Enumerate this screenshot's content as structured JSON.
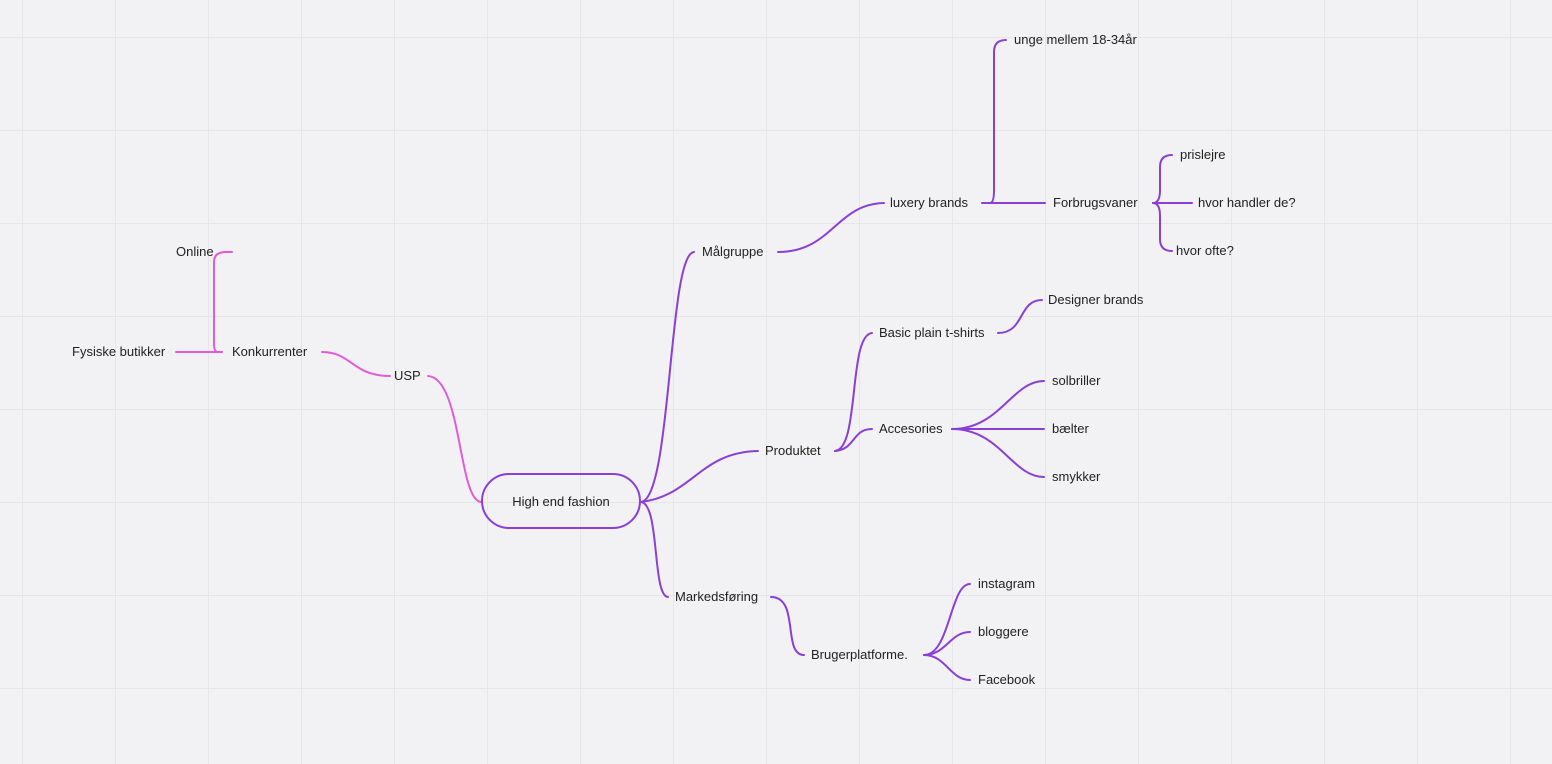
{
  "mindmap": {
    "root": "High end fashion",
    "usp": "USP",
    "konkurrenter": "Konkurrenter",
    "online": "Online",
    "fysiske_butikker": "Fysiske butikker",
    "malgruppe": "Målgruppe",
    "luxery_brands": "luxery brands",
    "unge": "unge mellem 18-34år",
    "forbrugsvaner": "Forbrugsvaner",
    "prislejre": "prislejre",
    "hvor_handler": "hvor handler de?",
    "hvor_ofte": "hvor ofte?",
    "produktet": "Produktet",
    "basic_tshirts": "Basic plain t-shirts",
    "designer_brands": "Designer brands",
    "accesories": "Accesories",
    "solbriller": "solbriller",
    "baelter": "bælter",
    "smykker": "smykker",
    "markedsforing": "Markedsføring",
    "brugerplatforme": "Brugerplatforme.",
    "instagram": "instagram",
    "bloggere": "bloggere",
    "facebook": "Facebook"
  },
  "colors": {
    "right_branch": "#8a3fd6",
    "left_branch": "#e25bd9",
    "background": "#f2f1f3"
  }
}
